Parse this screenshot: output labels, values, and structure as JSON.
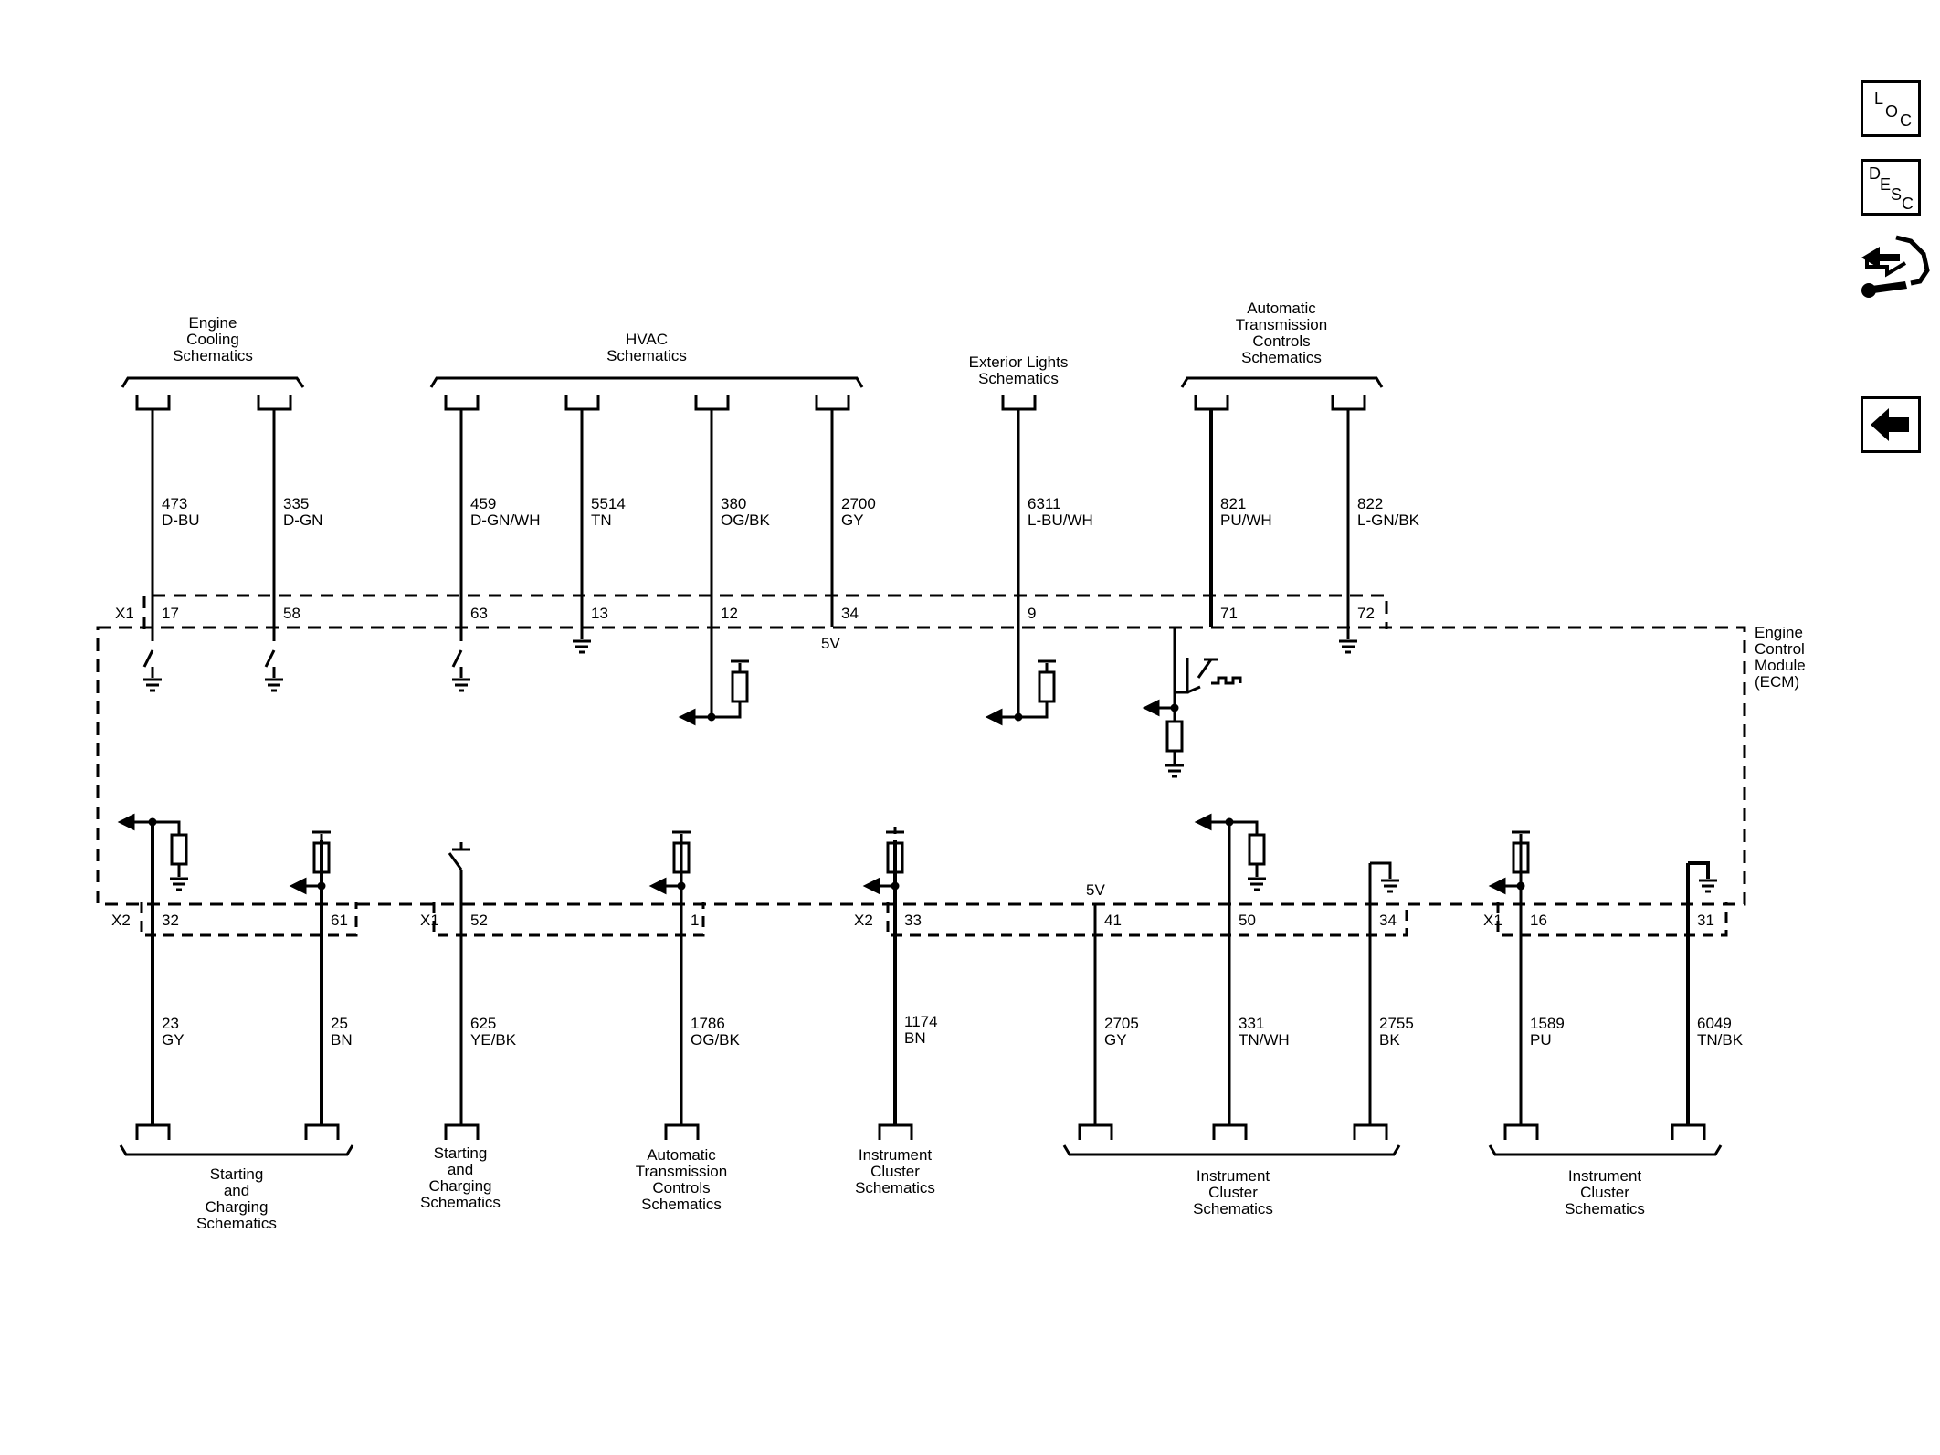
{
  "module": {
    "label": [
      "Engine",
      "Control",
      "Module",
      "(ECM)"
    ],
    "voltage_label": "5V"
  },
  "side_buttons": {
    "loc": [
      "L",
      "O",
      "C"
    ],
    "desc": [
      "D",
      "E",
      "S",
      "C"
    ],
    "connector_icon": "connector-wrench-icon",
    "back_icon": "arrow-left-icon"
  },
  "top_groups": [
    {
      "lines": [
        "Engine",
        "Cooling",
        "Schematics"
      ]
    },
    {
      "lines": [
        "HVAC",
        "Schematics"
      ]
    },
    {
      "lines": [
        "Exterior Lights",
        "Schematics"
      ]
    },
    {
      "lines": [
        "Automatic",
        "Transmission",
        "Controls",
        "Schematics"
      ]
    }
  ],
  "bottom_groups": [
    {
      "lines": [
        "Starting",
        "and",
        "Charging",
        "Schematics"
      ]
    },
    {
      "lines": [
        "Starting",
        "and",
        "Charging",
        "Schematics"
      ]
    },
    {
      "lines": [
        "Automatic",
        "Transmission",
        "Controls",
        "Schematics"
      ]
    },
    {
      "lines": [
        "Instrument",
        "Cluster",
        "Schematics"
      ]
    },
    {
      "lines": [
        "Instrument",
        "Cluster",
        "Schematics"
      ]
    },
    {
      "lines": [
        "Instrument",
        "Cluster",
        "Schematics"
      ]
    }
  ],
  "top_connector": "X1",
  "bottom_connectors": [
    "X2",
    "X1",
    "X2",
    "X1"
  ],
  "top_circuits": [
    {
      "circuit": "473",
      "color": "D-BU",
      "pin": "17"
    },
    {
      "circuit": "335",
      "color": "D-GN",
      "pin": "58"
    },
    {
      "circuit": "459",
      "color": "D-GN/WH",
      "pin": "63"
    },
    {
      "circuit": "5514",
      "color": "TN",
      "pin": "13"
    },
    {
      "circuit": "380",
      "color": "OG/BK",
      "pin": "12"
    },
    {
      "circuit": "2700",
      "color": "GY",
      "pin": "34"
    },
    {
      "circuit": "6311",
      "color": "L-BU/WH",
      "pin": "9"
    },
    {
      "circuit": "821",
      "color": "PU/WH",
      "pin": "71"
    },
    {
      "circuit": "822",
      "color": "L-GN/BK",
      "pin": "72"
    }
  ],
  "bottom_circuits": [
    {
      "circuit": "23",
      "color": "GY",
      "pin": "32"
    },
    {
      "circuit": "25",
      "color": "BN",
      "pin": "61"
    },
    {
      "circuit": "625",
      "color": "YE/BK",
      "pin": "52"
    },
    {
      "circuit": "1786",
      "color": "OG/BK",
      "pin": "1"
    },
    {
      "circuit": "1174",
      "color": "BN",
      "pin": "33"
    },
    {
      "circuit": "2705",
      "color": "GY",
      "pin": "41"
    },
    {
      "circuit": "331",
      "color": "TN/WH",
      "pin": "50"
    },
    {
      "circuit": "2755",
      "color": "BK",
      "pin": "34"
    },
    {
      "circuit": "1589",
      "color": "PU",
      "pin": "16"
    },
    {
      "circuit": "6049",
      "color": "TN/BK",
      "pin": "31"
    }
  ]
}
